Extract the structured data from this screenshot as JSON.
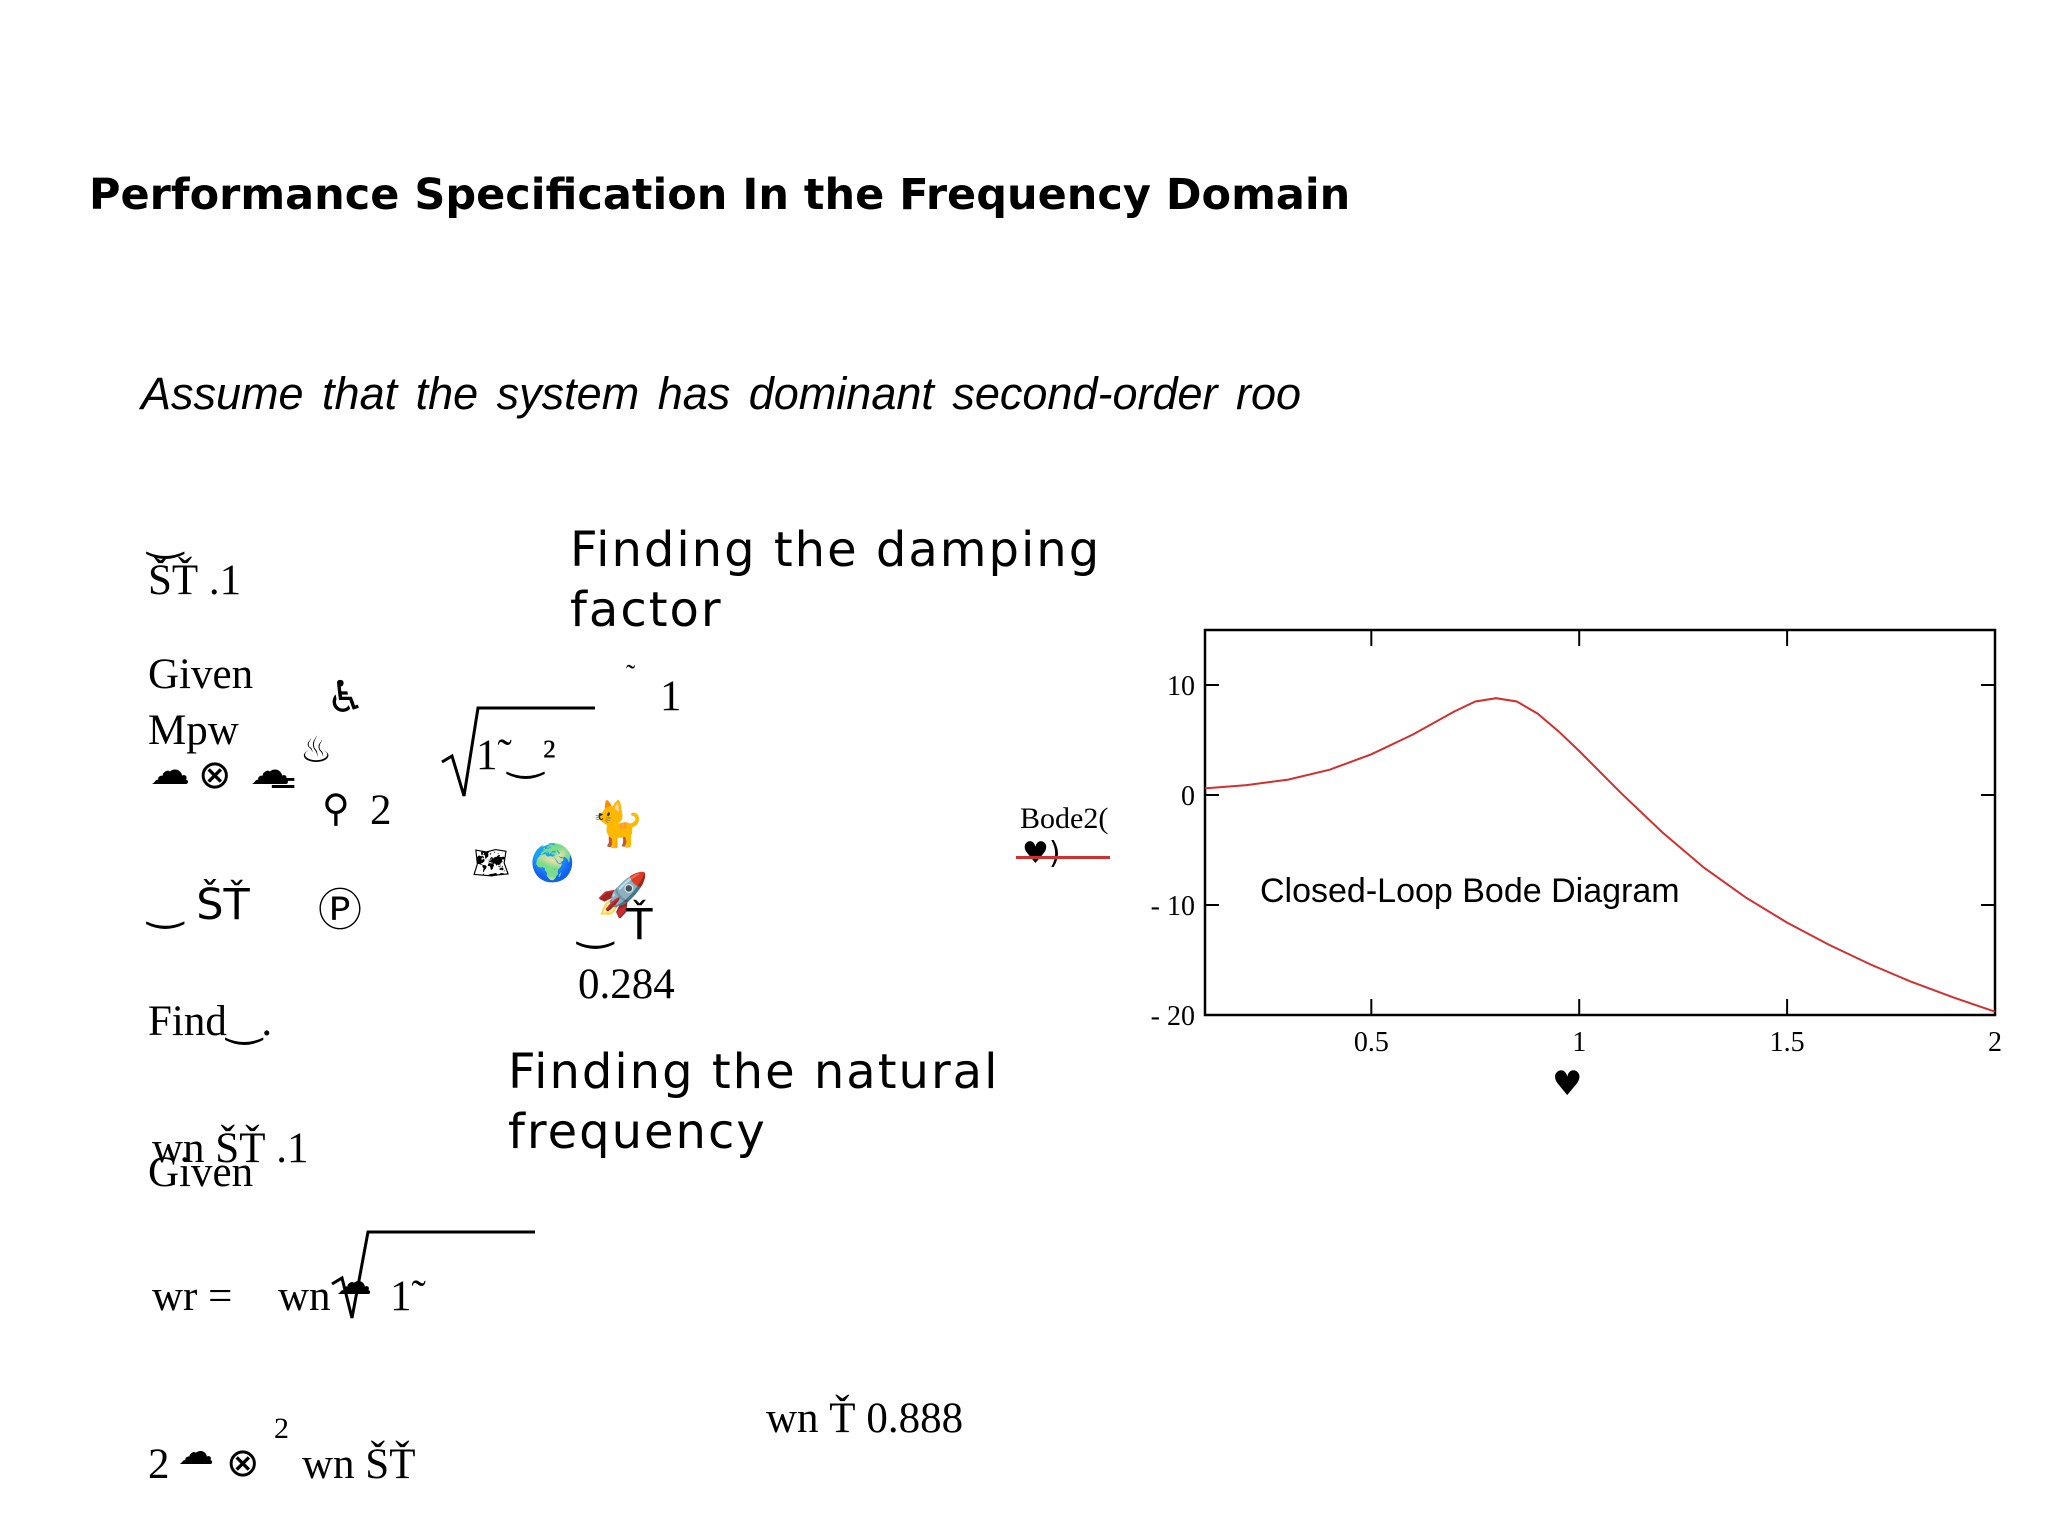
{
  "title": "Performance Specification In the Frequency Domain",
  "assumption": "Assume that the system has dominant second-order roo",
  "damping": {
    "zeta_symbol": "‿",
    "zeta_init": "ŠŤ .1",
    "given": "Given",
    "mpw_label": "Mpw",
    "mpw_rhs": "2",
    "rhs_one": "1",
    "sqrt_expr": "1̃  ‿²",
    "solve_row": "‿ ŠŤ",
    "solve_sym": "Ⓟ",
    "result_sym": "‿ Ť",
    "result_value": "0.284",
    "find": "Find‿.",
    "heading": "Finding the damping factor"
  },
  "natural": {
    "wn_init": "wn ŠŤ .1",
    "given": "Given",
    "wr_lhs": "wr =",
    "wr_rhs": "wn",
    "wr_sqrt": "1̃",
    "eq_row_a": "2",
    "eq_row_sup": "2",
    "eq_row_b": "wn ŠŤ",
    "result": "wn Ť 0.888",
    "heading": "Finding the natural frequency"
  },
  "bode_ref": {
    "label": "Bode2(",
    "arg": "♥)",
    "omega": "♥"
  },
  "chart_data": {
    "type": "line",
    "title": "Closed-Loop Bode Diagram",
    "xlabel": "♥",
    "ylabel": "Bode2(♥)",
    "xlim": [
      0.1,
      2
    ],
    "ylim": [
      -20,
      15
    ],
    "xticks": [
      "0.5",
      "1",
      "1.5",
      "2"
    ],
    "yticks": [
      "10",
      "0",
      "-10",
      "-20"
    ],
    "grid": false,
    "series": [
      {
        "color": "#d03030",
        "x": [
          0.1,
          0.2,
          0.3,
          0.4,
          0.5,
          0.6,
          0.7,
          0.75,
          0.8,
          0.85,
          0.9,
          0.95,
          1.0,
          1.1,
          1.2,
          1.3,
          1.4,
          1.5,
          1.6,
          1.7,
          1.8,
          1.9,
          2.0
        ],
        "y": [
          0.6,
          0.9,
          1.4,
          2.3,
          3.7,
          5.5,
          7.6,
          8.5,
          8.8,
          8.5,
          7.4,
          5.8,
          4.0,
          0.2,
          -3.4,
          -6.6,
          -9.3,
          -11.6,
          -13.6,
          -15.4,
          -17.0,
          -18.4,
          -19.7
        ]
      }
    ]
  }
}
